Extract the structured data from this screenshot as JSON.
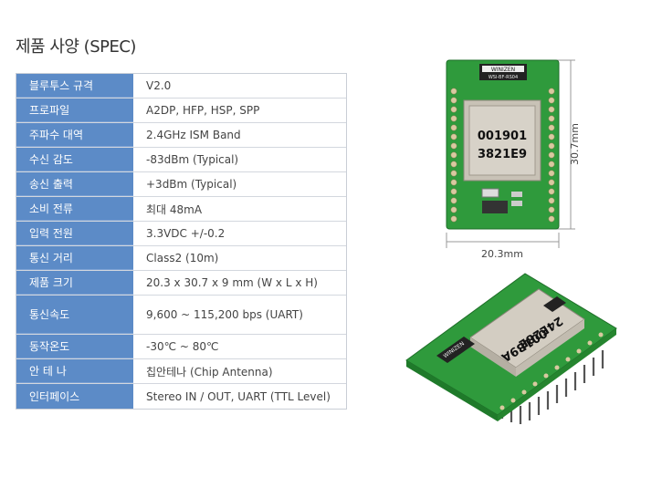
{
  "page_title": "제품 사양 (SPEC)",
  "specs": [
    {
      "label": "블루투스 규격",
      "value": "V2.0"
    },
    {
      "label": "프로파일",
      "value": "A2DP, HFP, HSP, SPP"
    },
    {
      "label": "주파수 대역",
      "value": "2.4GHz ISM Band"
    },
    {
      "label": "수신 감도",
      "value": "-83dBm (Typical)"
    },
    {
      "label": "송신 출력",
      "value": "+3dBm (Typical)"
    },
    {
      "label": "소비 전류",
      "value": "최대 48mA"
    },
    {
      "label": "입력 전원",
      "value": "3.3VDC +/-0.2"
    },
    {
      "label": "통신 거리",
      "value": "Class2 (10m)"
    },
    {
      "label": "제품 크기",
      "value": "20.3 x 30.7 x 9 mm (W x L x H)"
    },
    {
      "label": "통신속도",
      "value": "9,600 ~ 115,200 bps (UART)"
    },
    {
      "label": "동작온도",
      "value": "-30℃ ~ 80℃"
    },
    {
      "label": "안 테 나",
      "value": "칩안테나 (Chip Antenna)"
    },
    {
      "label": "인터페이스",
      "value": "Stereo IN / OUT,  UART (TTL Level)"
    }
  ],
  "module_top": {
    "brand": "WINIZEN",
    "model": "WSI-BF-RS04",
    "chip_line1": "001901",
    "chip_line2": "3821E9",
    "dim_height": "30.7mm",
    "dim_width": "20.3mm"
  },
  "module_iso": {
    "chip_line1": "001B9A",
    "chip_line2": "24E28E",
    "brand": "WINIZEN"
  },
  "colors": {
    "label_bg": "#5c8bc7",
    "pcb": "#2f9a3c",
    "shield": "#c8c2b6"
  }
}
